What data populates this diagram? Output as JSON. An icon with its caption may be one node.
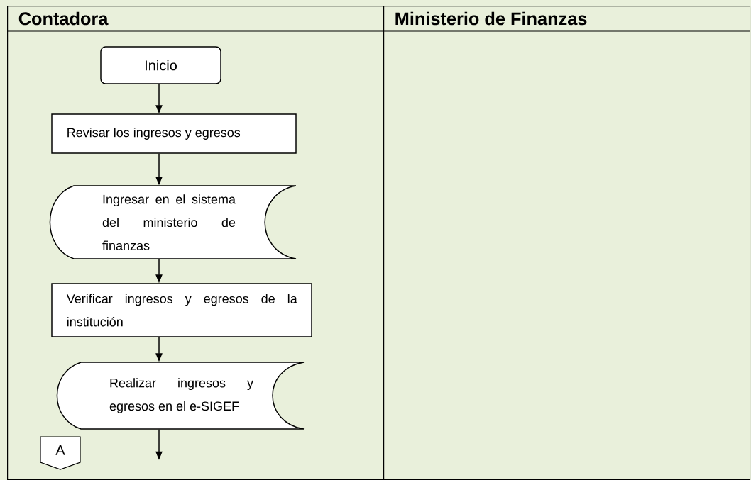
{
  "diagram": {
    "nodes": [
      {
        "text": [
          "Contadora"
        ]
      },
      {
        "text": [
          "Ministerio de Finanzas"
        ]
      },
      {
        "text": [
          "Inicio"
        ],
        "in": 0
      },
      {
        "text": [
          "Revisar los ingresos y egresos"
        ],
        "in": 0
      },
      {
        "text": [
          "Ingresar en el sistema del ministerio de finanzas"
        ],
        "in": 0
      },
      {
        "text": [
          "Verificar ingresos y egresos de la institución"
        ],
        "in": 0
      },
      {
        "text": [
          "Realizar ingresos y egresos en el e-SIGEF"
        ],
        "in": 0
      },
      {
        "text": [
          "A"
        ],
        "in": 0
      }
    ],
    "edges": [
      {
        "from": 2,
        "to": 3,
        "arrow": "to"
      },
      {
        "from": 3,
        "to": 4,
        "arrow": "to"
      },
      {
        "from": 4,
        "to": 5,
        "arrow": "to"
      },
      {
        "from": 5,
        "to": 6,
        "arrow": "to"
      },
      {
        "from": 6,
        "to": null,
        "arrow": "to"
      }
    ]
  }
}
